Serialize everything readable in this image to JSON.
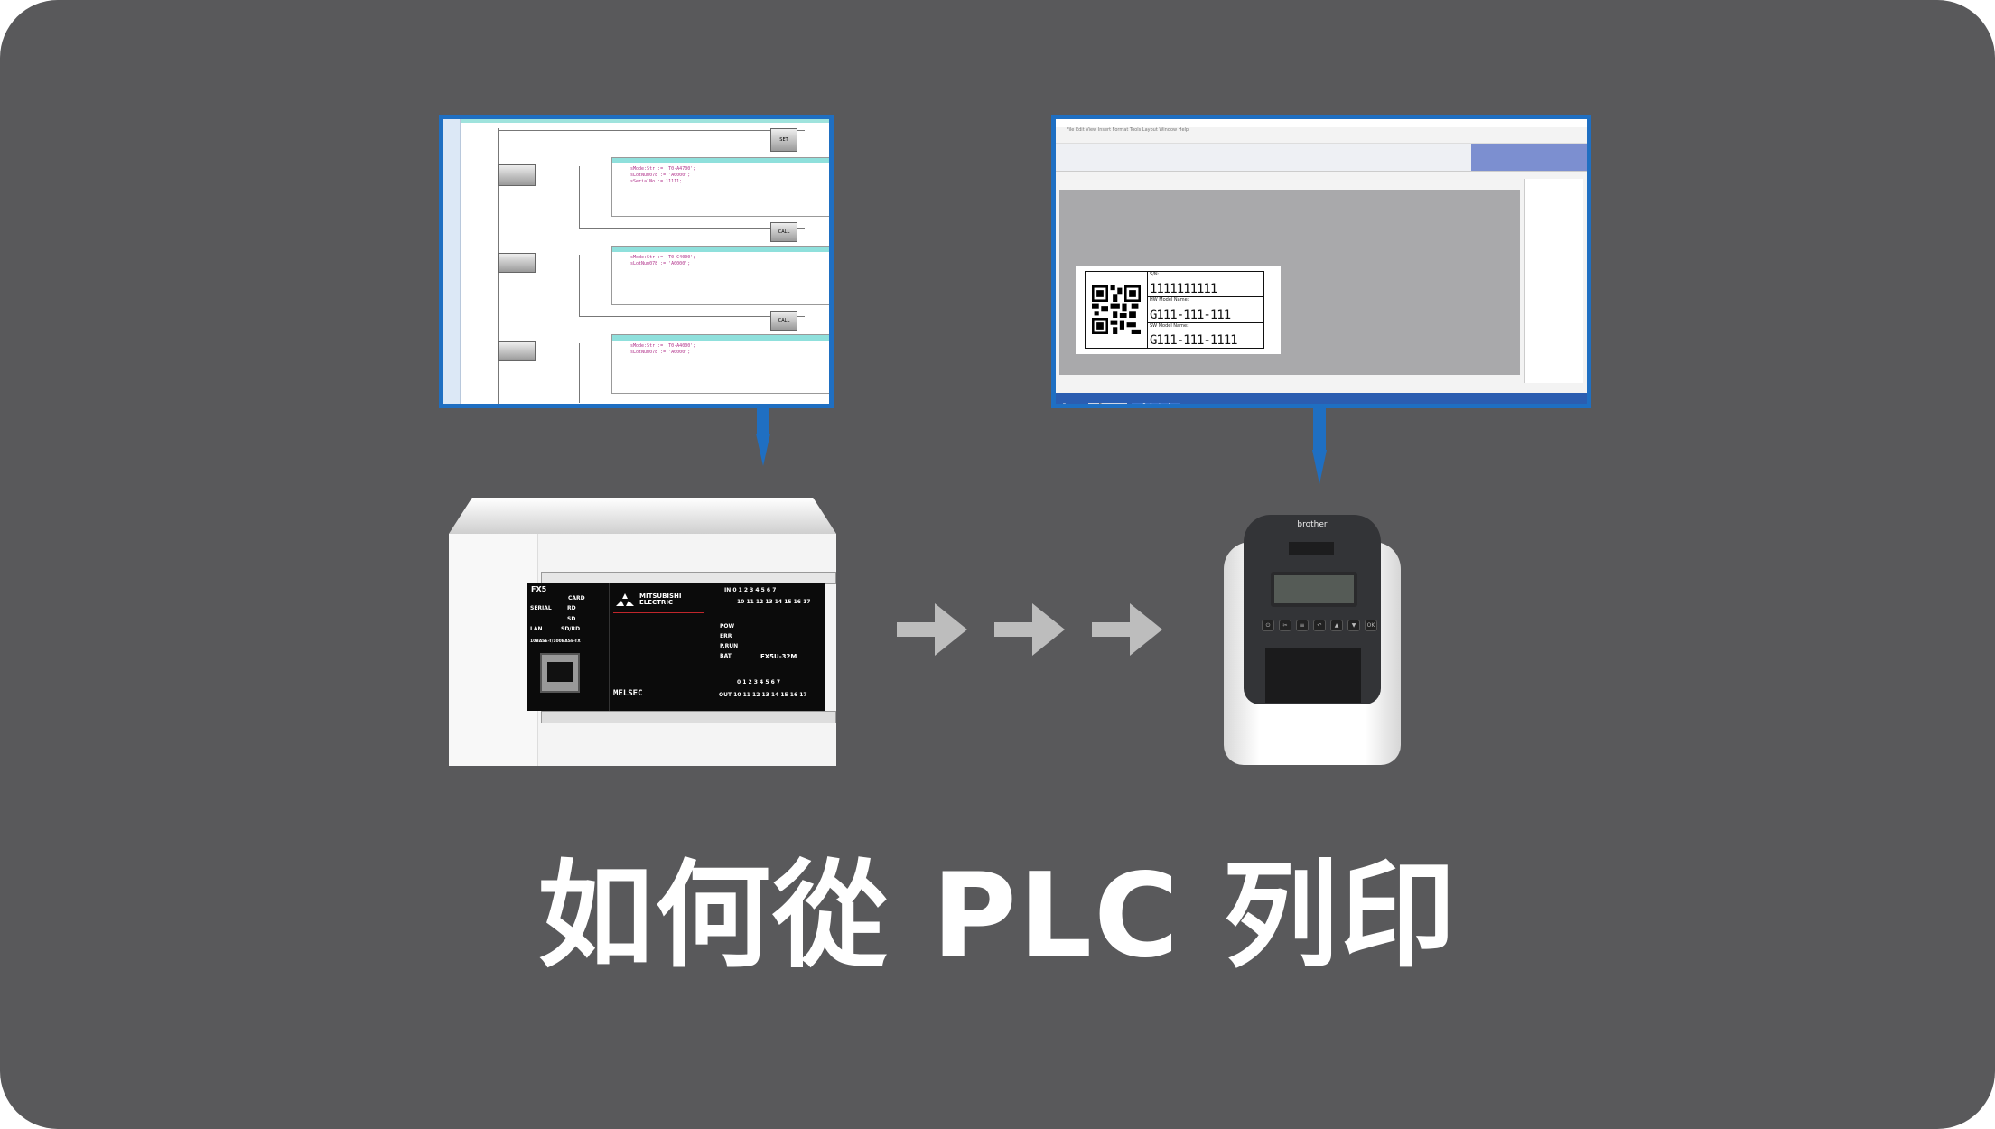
{
  "title": "如何從 PLC 列印",
  "colors": {
    "background": "#59595b",
    "panel_border": "#1f6fc2",
    "arrow": "#bdbdbd",
    "title": "#ffffff"
  },
  "ladder_panel": {
    "coils": [
      "SET",
      "CALL",
      "CALL"
    ],
    "structured_text": [
      [
        "sMode:Str := 'T0-A4700';",
        "sLotNum078 := 'A0000';",
        "sSerialNo := 11111;"
      ],
      [
        "sMode:Str := 'T0-C4000';",
        "sLotNum078 := 'A0000';"
      ],
      [
        "sMode:Str := 'T0-A4000';",
        "sLotNum078 := 'A0000';"
      ]
    ]
  },
  "editor_panel": {
    "menu": [
      "File",
      "Edit",
      "View",
      "Insert",
      "Format",
      "Tools",
      "Layout",
      "Window",
      "Help"
    ],
    "label": {
      "sn_caption": "S/N:",
      "sn_value": "1111111111",
      "hw_caption": "HW Model Name:",
      "hw_value": "G111-111-111",
      "sw_caption": "SW Model Name:",
      "sw_value": "G111-111-1111"
    },
    "tabs": [
      "Snap",
      "Express",
      "Professional"
    ]
  },
  "plc": {
    "series": "FX5",
    "left_labels": [
      "CARD",
      "SERIAL",
      "RD",
      "SD",
      "LAN",
      "SD/RD",
      "10BASE-T/100BASE-TX"
    ],
    "brand": "MITSUBISHI ELECTRIC",
    "line": "MELSEC",
    "model": "FX5U-32M",
    "status": [
      "POW",
      "ERR",
      "P.RUN",
      "BAT"
    ],
    "in_label": "IN  0 1 2 3 4 5 6 7",
    "in_label2": "10 11 12 13 14 15 16 17",
    "out_label": "0 1 2 3 4 5 6 7",
    "out_label2": "OUT  10 11 12 13 14 15 16 17"
  },
  "printer": {
    "brand": "brother",
    "buttons": [
      "⏻",
      "✂",
      "≡",
      "↶",
      "▲",
      "▼",
      "OK"
    ]
  }
}
